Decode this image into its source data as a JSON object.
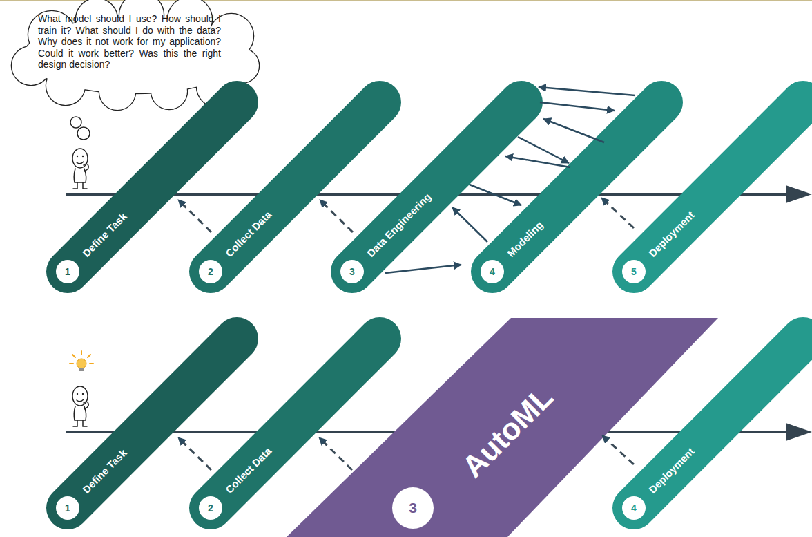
{
  "diagram": {
    "nodes": [
      {
        "text": [
          "What model should I use? How should I train it? What should I do with the data? Why does it not work for my application? Could it work better? Was this the right design decision?"
        ]
      },
      {
        "text": [
          "Define Task",
          "1"
        ]
      },
      {
        "text": [
          "Collect Data",
          "2"
        ]
      },
      {
        "text": [
          "Data Engineering",
          "3"
        ]
      },
      {
        "text": [
          "Modeling",
          "4"
        ]
      },
      {
        "text": [
          "Deployment",
          "5"
        ]
      },
      {
        "text": [
          "Define Task",
          "1"
        ]
      },
      {
        "text": [
          "Collect Data",
          "2"
        ]
      },
      {
        "text": [
          "AutoML",
          "3"
        ]
      },
      {
        "text": [
          "Deployment",
          "4"
        ]
      }
    ],
    "edges": [
      {
        "from": 2,
        "to": 1,
        "arrow": "to"
      },
      {
        "from": 3,
        "to": 2,
        "arrow": "to"
      },
      {
        "from": 5,
        "to": 4,
        "arrow": "to"
      },
      {
        "from": 4,
        "to": 3,
        "arrow": "to"
      },
      {
        "from": 3,
        "to": 4,
        "arrow": "to"
      },
      {
        "from": 4,
        "to": 3,
        "arrow": "to"
      },
      {
        "from": 3,
        "to": 4,
        "arrow": "to"
      },
      {
        "from": 4,
        "to": 3,
        "arrow": "to"
      },
      {
        "from": 3,
        "to": 4,
        "arrow": "to"
      },
      {
        "from": 4,
        "to": 3,
        "arrow": "to"
      },
      {
        "from": 3,
        "to": 4,
        "arrow": "to"
      },
      {
        "from": 7,
        "to": 6,
        "arrow": "to"
      },
      {
        "from": 8,
        "to": 7,
        "arrow": "to"
      },
      {
        "from": 9,
        "to": 8,
        "arrow": "to"
      }
    ]
  }
}
